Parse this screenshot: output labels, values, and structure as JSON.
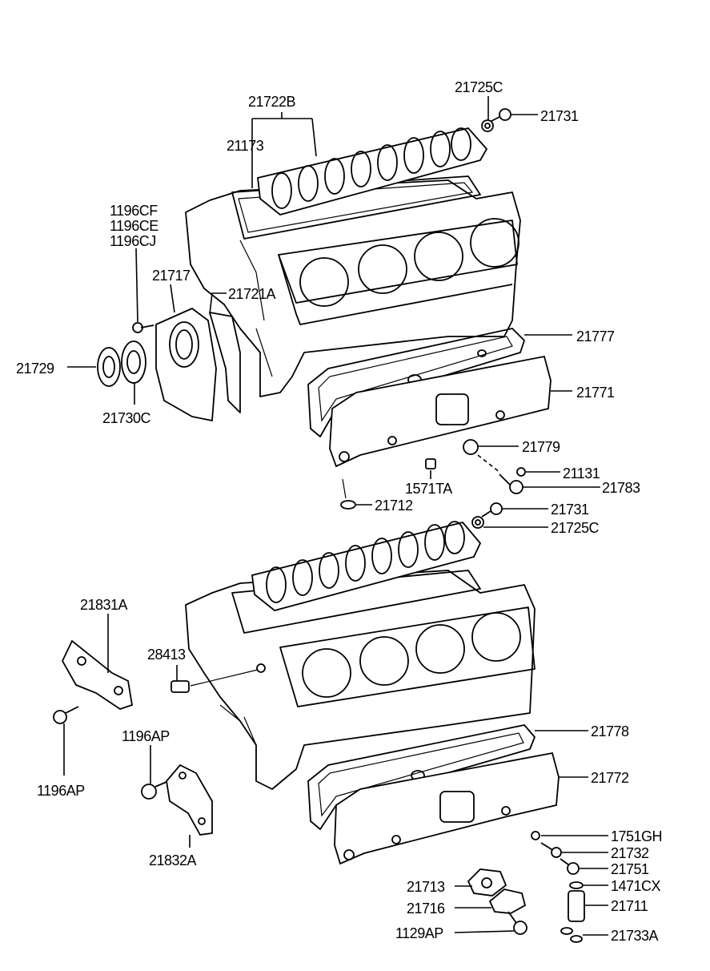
{
  "labels": {
    "p21722B": "21722B",
    "p21725C_top": "21725C",
    "p21731_top": "21731",
    "p21173": "21173",
    "p1196CF": "1196CF",
    "p1196CE": "1196CE",
    "p1196CJ": "1196CJ",
    "p21717": "21717",
    "p21721A": "21721A",
    "p21729": "21729",
    "p21730C": "21730C",
    "p21777": "21777",
    "p21771": "21771",
    "p21779": "21779",
    "p21131": "21131",
    "p1571TA": "1571TA",
    "p21783": "21783",
    "p21712": "21712",
    "p21731_mid": "21731",
    "p21725C_mid": "21725C",
    "p21831A": "21831A",
    "p28413": "28413",
    "p1196AP_a": "1196AP",
    "p1196AP_b": "1196AP",
    "p21778": "21778",
    "p21772": "21772",
    "p21832A": "21832A",
    "p1751GH": "1751GH",
    "p21732": "21732",
    "p21751": "21751",
    "p1471CX": "1471CX",
    "p21713": "21713",
    "p21716": "21716",
    "p21711": "21711",
    "p1129AP": "1129AP",
    "p21733A": "21733A"
  }
}
